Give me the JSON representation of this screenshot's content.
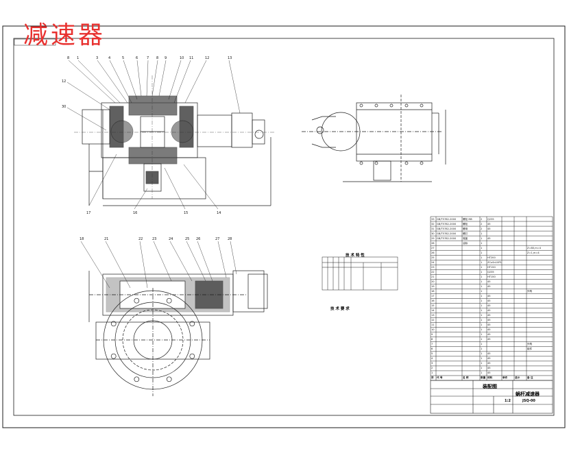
{
  "title": "减速器",
  "colors": {
    "title": "#e8312f",
    "line": "#1a1a1a",
    "section_fill": "#2b2b2b"
  },
  "callouts_top": [
    "8",
    "1",
    "3",
    "4",
    "5",
    "6",
    "7",
    "8",
    "9",
    "10",
    "11",
    "12",
    "13"
  ],
  "callouts_top_left": [
    "12",
    "30"
  ],
  "callouts_top_bottom": [
    "17",
    "16",
    "15",
    "14"
  ],
  "callouts_bottom": [
    "18",
    "21",
    "22",
    "23",
    "24",
    "25",
    "26",
    "27",
    "28"
  ],
  "bom": {
    "header": [
      "序",
      "代 号",
      "名 称",
      "数量",
      "材料",
      "单件",
      "总计",
      "备 注"
    ],
    "rows": [
      [
        "33",
        "GB/T5782-2000",
        "螺栓 M8",
        "2",
        "Q235"
      ],
      [
        "32",
        "GB/T5782-2000",
        "螺栓",
        "2",
        "45"
      ],
      [
        "31",
        "GB/T5782-2000",
        "螺母",
        "2",
        "45"
      ],
      [
        "30",
        "GB/T5782-2000",
        "螺钉",
        "1",
        ""
      ],
      [
        "29",
        "GB/T5782-2000",
        "端盖",
        "1",
        "45"
      ],
      [
        "28",
        "",
        "油标",
        "1",
        ""
      ],
      [
        "27",
        "",
        "",
        "1",
        "",
        "",
        "",
        "Z=80,m=4"
      ],
      [
        "26",
        "",
        "",
        "1",
        "",
        "",
        "",
        "Z=1,m=4"
      ],
      [
        "25",
        "",
        "",
        "1",
        "HT200"
      ],
      [
        "24",
        "",
        "",
        "1",
        "ZCuSn10P1"
      ],
      [
        "23",
        "",
        "",
        "1",
        "HT150"
      ],
      [
        "22",
        "",
        "",
        "1",
        "Q235"
      ],
      [
        "21",
        "",
        "",
        "1",
        "HT150"
      ],
      [
        "20",
        "",
        "",
        "1",
        "45"
      ],
      [
        "19",
        "",
        "",
        "1",
        "45"
      ],
      [
        "18",
        "",
        "",
        "1",
        "",
        "",
        "",
        "外购"
      ],
      [
        "17",
        "",
        "",
        "1",
        "45"
      ],
      [
        "16",
        "",
        "",
        "1",
        "45"
      ],
      [
        "15",
        "",
        "",
        "1",
        "45"
      ],
      [
        "14",
        "",
        "",
        "1",
        "45"
      ],
      [
        "13",
        "",
        "",
        "1",
        "45"
      ],
      [
        "12",
        "",
        "",
        "1",
        "45"
      ],
      [
        "11",
        "",
        "",
        "1",
        "45"
      ],
      [
        "10",
        "",
        "",
        "1",
        "45"
      ],
      [
        "9",
        "",
        "",
        "1",
        "45"
      ],
      [
        "8",
        "",
        "",
        "1",
        "45"
      ],
      [
        "7",
        "",
        "",
        "1",
        "",
        "",
        "",
        "外购"
      ],
      [
        "6",
        "",
        "",
        "1",
        "",
        "",
        "",
        "组件"
      ],
      [
        "5",
        "",
        "",
        "1",
        "45"
      ],
      [
        "4",
        "",
        "",
        "1",
        "45"
      ],
      [
        "3",
        "",
        "",
        "1",
        "45"
      ],
      [
        "2",
        "",
        "",
        "1",
        "45"
      ],
      [
        "1",
        "",
        "",
        "1",
        "45"
      ]
    ]
  },
  "title_block": {
    "label_main": "蜗杆减速器",
    "label_left": "装配图",
    "scale": "1:2",
    "drawing_no": "JSQ-00"
  },
  "tech_title": "技 术 要 求",
  "table_title": "技 术 特 性"
}
